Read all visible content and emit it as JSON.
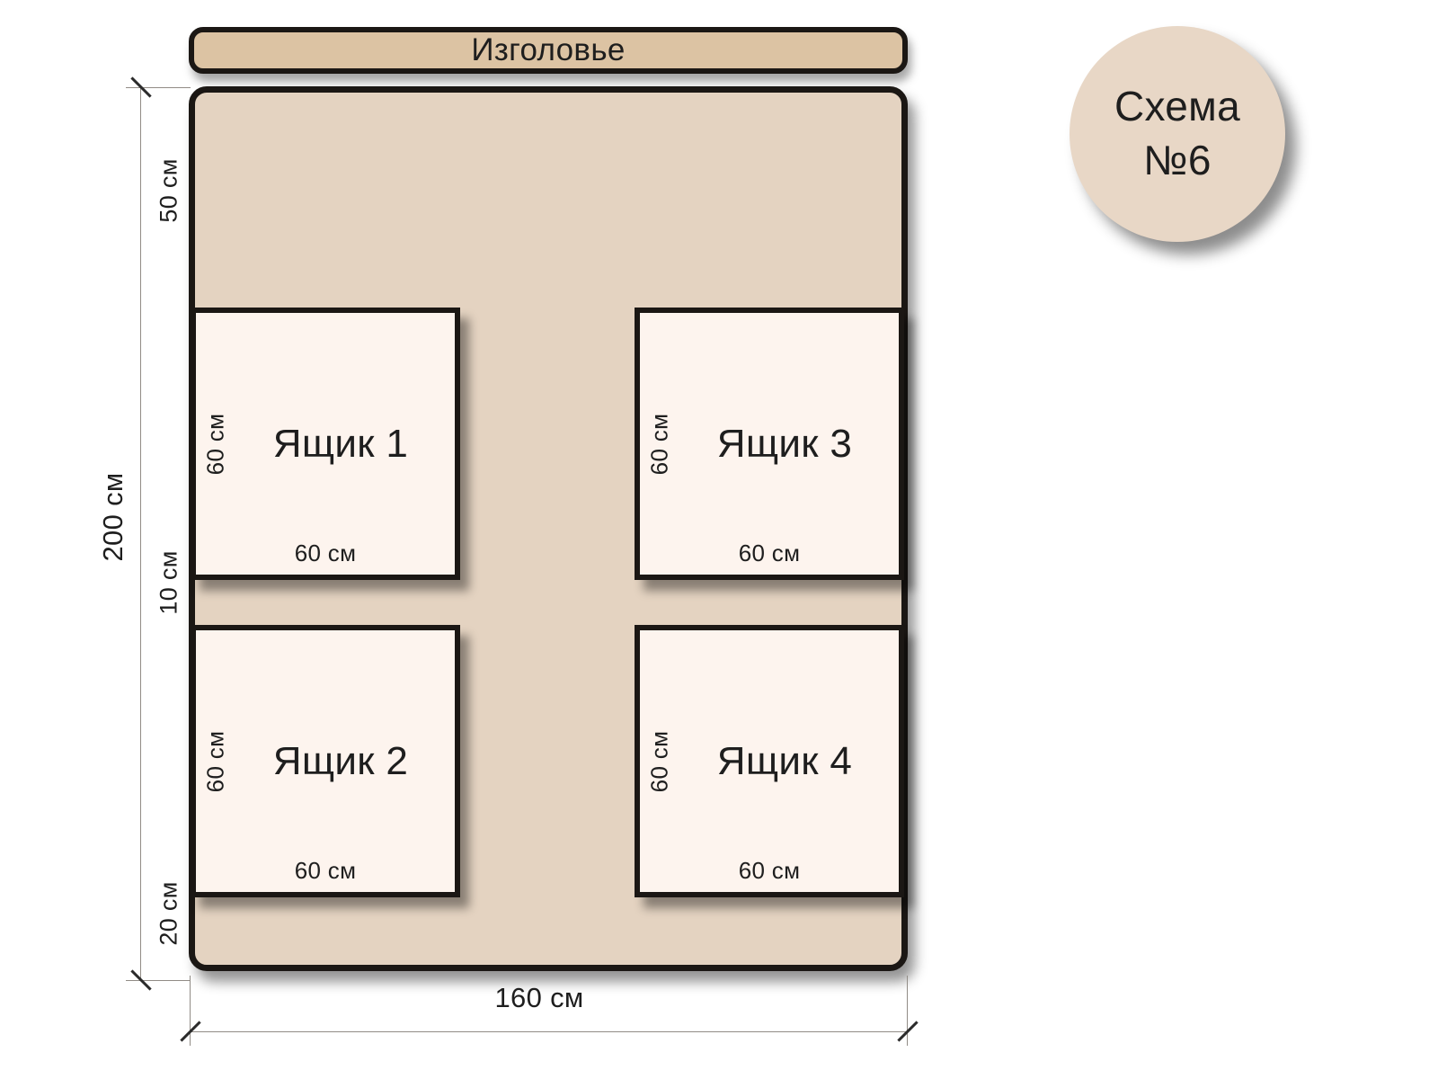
{
  "badge": {
    "line1": "Схема",
    "line2": "№6"
  },
  "headboard": {
    "label": "Изголовье"
  },
  "dimensions": {
    "total_height": "200 см",
    "total_width": "160 см",
    "top_gap": "50 см",
    "middle_gap": "10 см",
    "bottom_gap": "20 см"
  },
  "drawers": [
    {
      "name": "Ящик 1",
      "height_label": "60 см",
      "width_label": "60 см"
    },
    {
      "name": "Ящик 2",
      "height_label": "60 см",
      "width_label": "60 см"
    },
    {
      "name": "Ящик 3",
      "height_label": "60 см",
      "width_label": "60 см"
    },
    {
      "name": "Ящик 4",
      "height_label": "60 см",
      "width_label": "60 см"
    }
  ],
  "colors": {
    "outline": "#1b1714",
    "headboard-fill": "#dcc3a3",
    "bed-fill": "#e4d3c1",
    "drawer-fill": "#fdf4ee",
    "badge-fill": "#e8d7c6",
    "dim-line": "#918c86",
    "tick": "#2b2b2b",
    "text": "#1e1e1e"
  }
}
